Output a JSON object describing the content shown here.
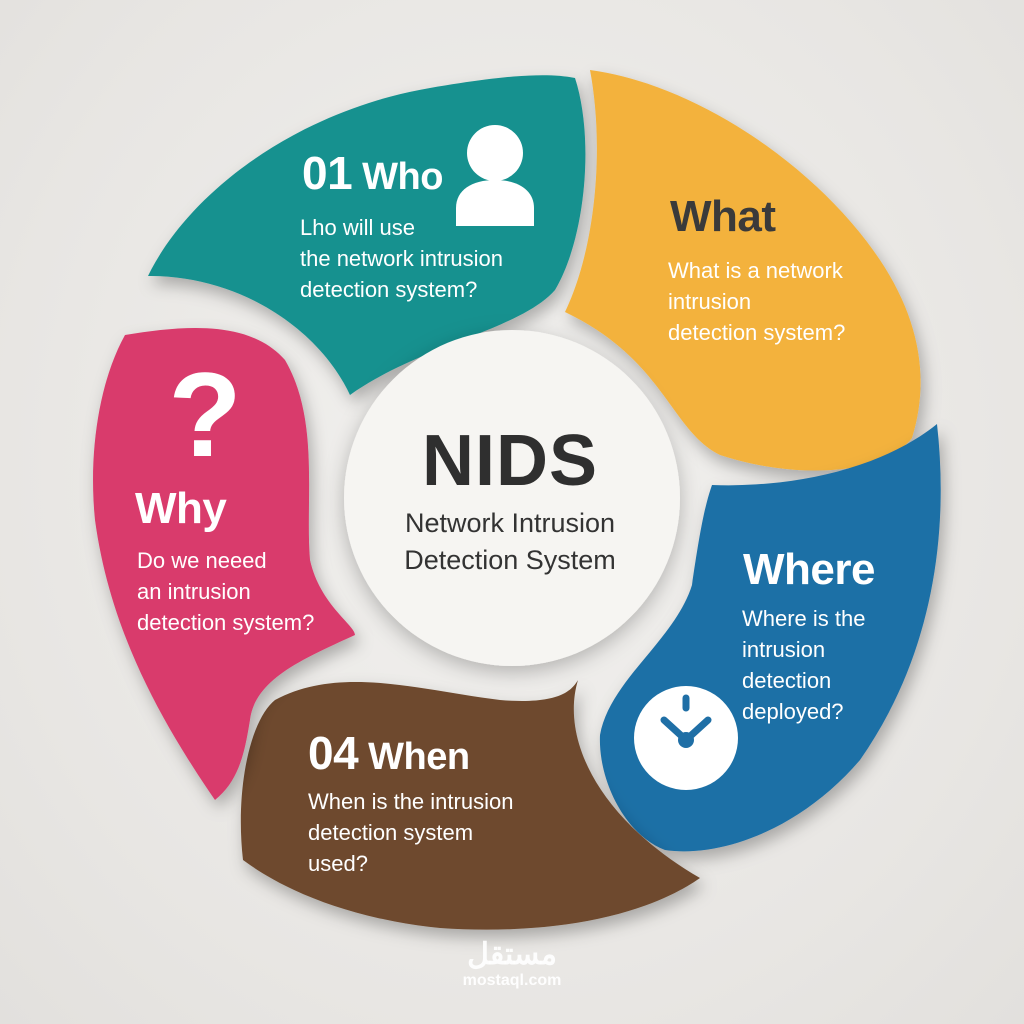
{
  "center": {
    "title": "NIDS",
    "subtitle_line1": "Network Intrusion",
    "subtitle_line2": "Detection System"
  },
  "segments": {
    "who": {
      "number": "01",
      "title": "Who",
      "lines": [
        "Lho will use",
        "the network intrusion",
        "detection system?"
      ],
      "color": "#14918f",
      "icon": "user-icon"
    },
    "what": {
      "title": "What",
      "lines": [
        "What is a network",
        "intrusion",
        "detection system?"
      ],
      "color": "#f3b23c"
    },
    "where": {
      "title": "Where",
      "lines": [
        "Where is the",
        "intrusion",
        "detection",
        "deployed?"
      ],
      "color": "#1f6fa6",
      "icon": "clock-icon"
    },
    "when": {
      "number": "04",
      "title": "When",
      "lines": [
        "When is the intrusion",
        "detection system",
        "used?"
      ],
      "color": "#6e4a2e"
    },
    "why": {
      "title": "Why",
      "lines": [
        "Do we neeed",
        "an intrusion",
        "detection system?"
      ],
      "color": "#d93a6c",
      "icon": "question-mark-icon",
      "icon_glyph": "?"
    }
  },
  "watermark": {
    "arabic": "مستقل",
    "latin": "mostaql.com"
  }
}
